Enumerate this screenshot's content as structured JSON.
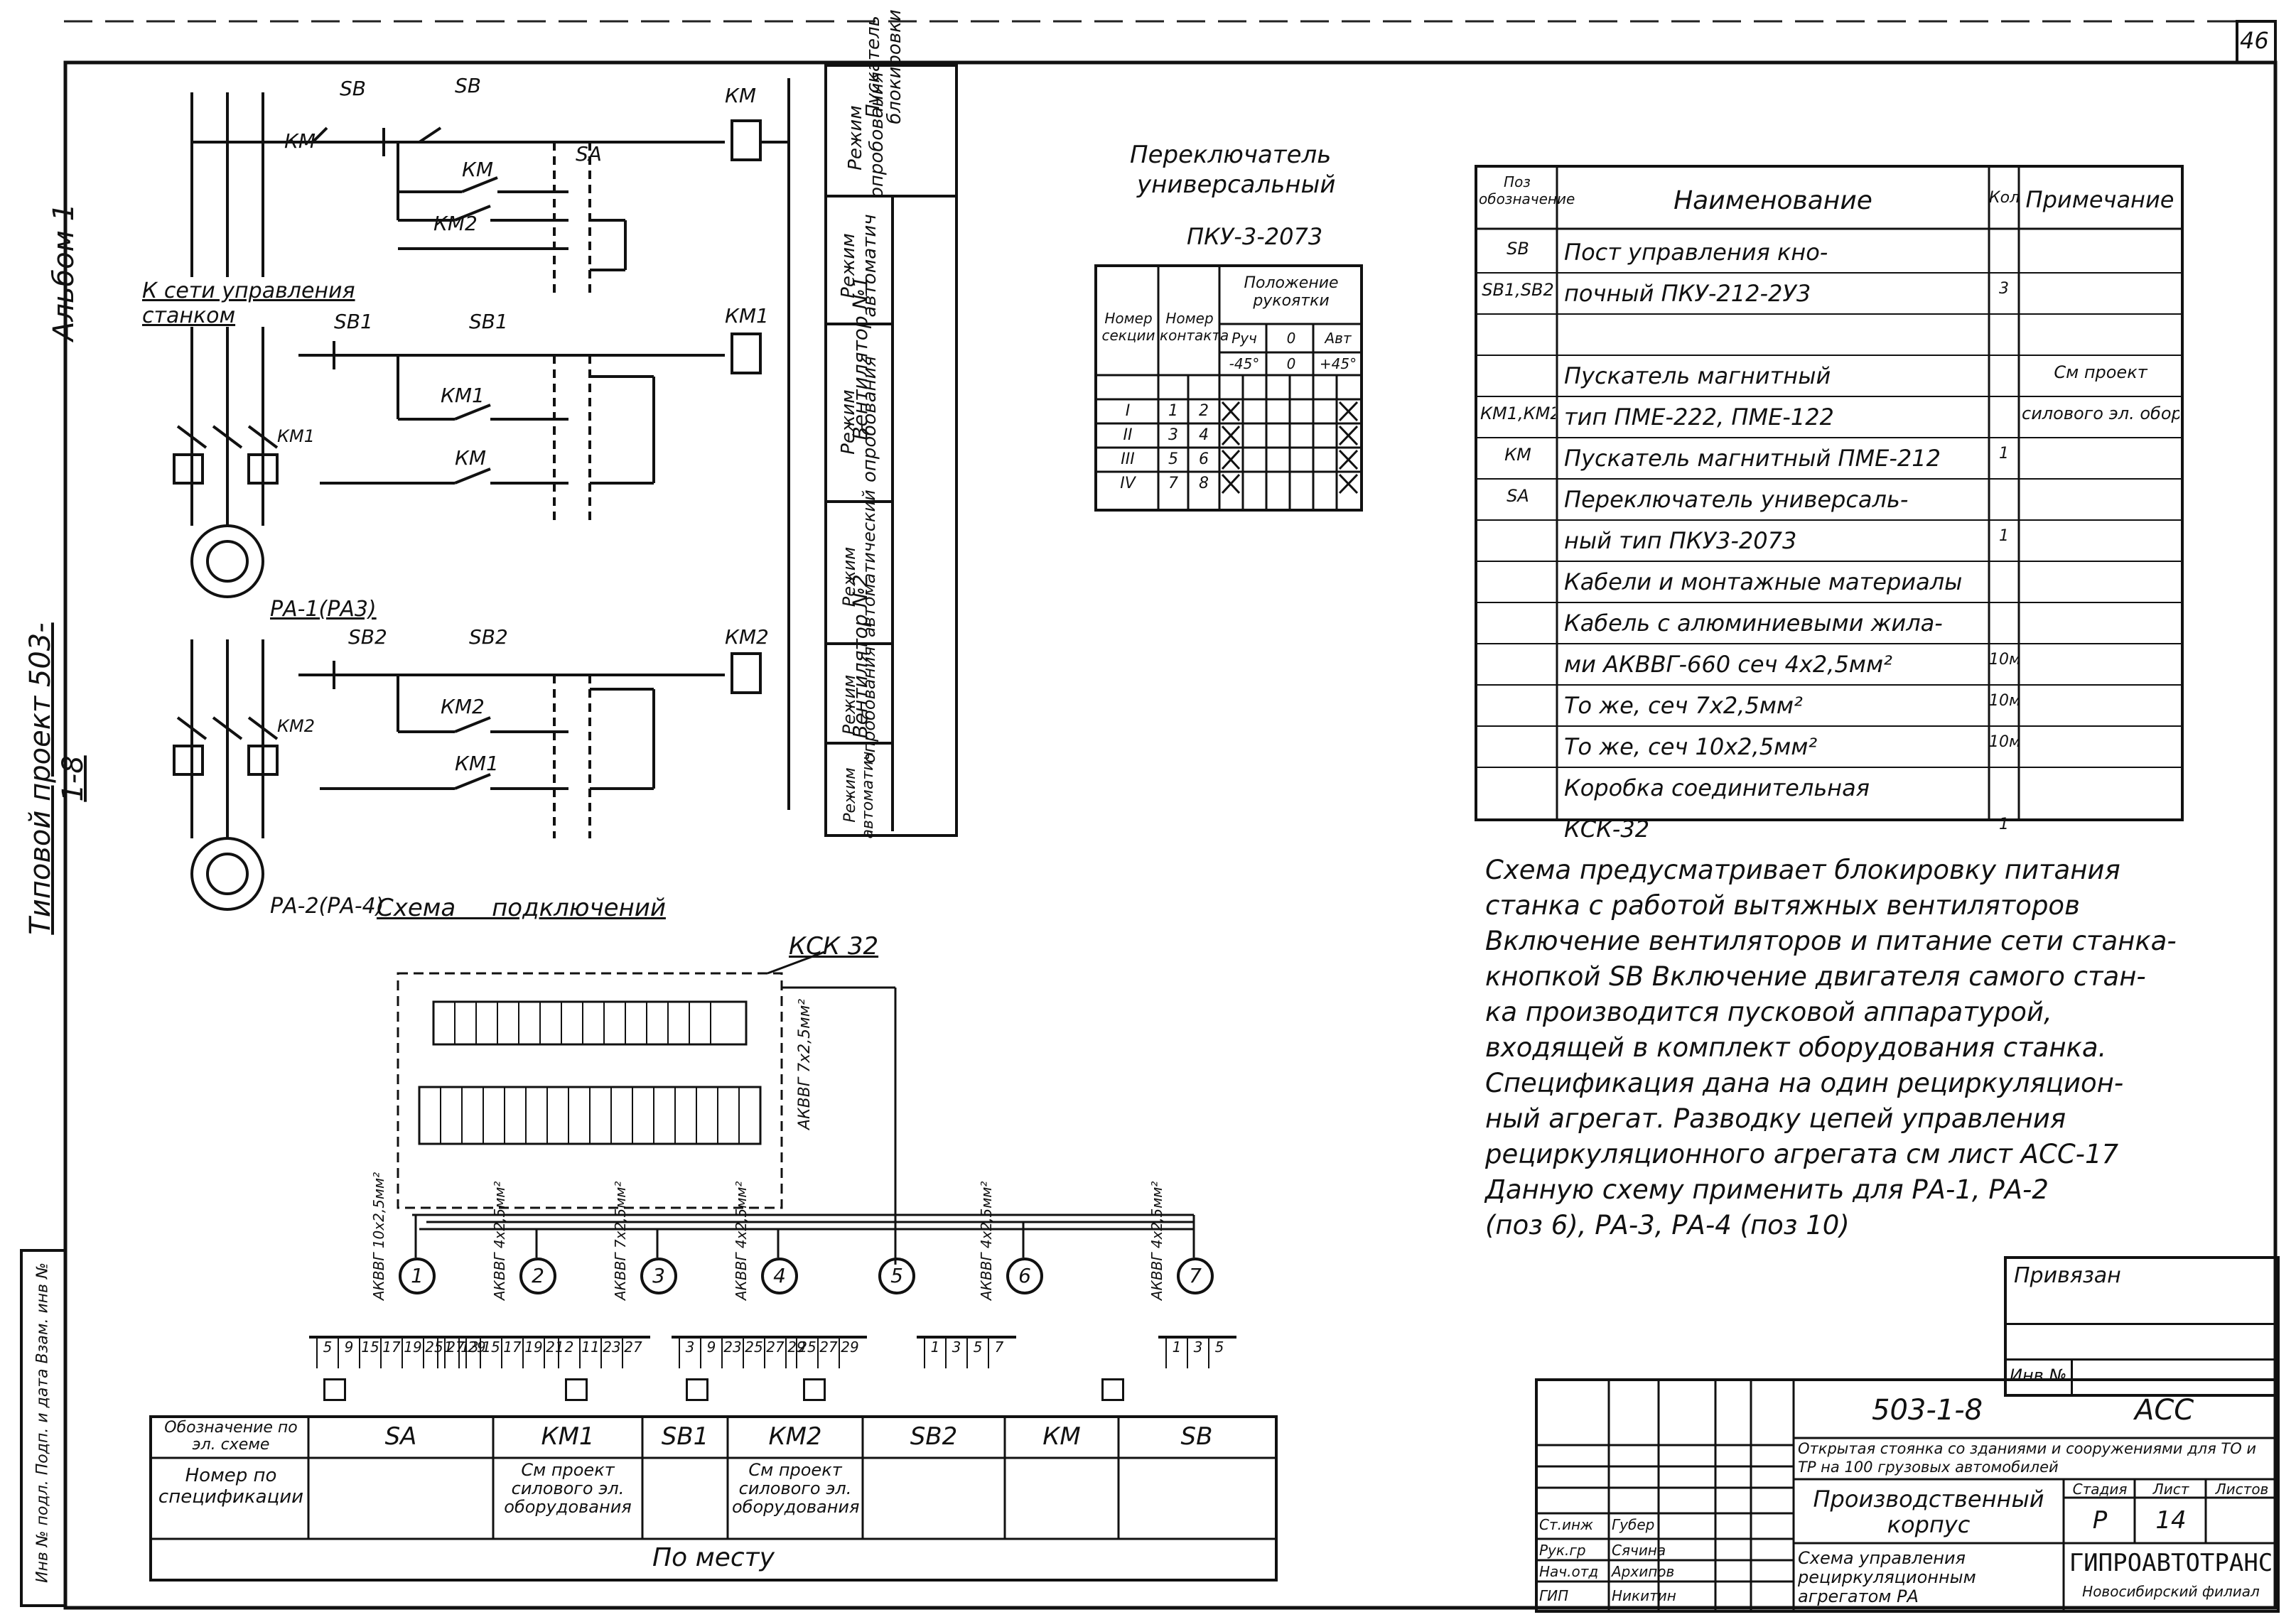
{
  "sheet_number": "46",
  "left_margin": {
    "album": "Альбом 1",
    "project": "Типовой проект 503-1-8"
  },
  "switch_block": {
    "title_line1": "Переключатель",
    "title_line2": "универсальный",
    "model": "ПКУ-3-2073",
    "headers": {
      "section_no": "Номер секции",
      "contact_no": "Номер контакта",
      "handle_position": "Положение рукоятки",
      "pos_manual": "Руч",
      "pos_zero": "0",
      "pos_auto": "Авт",
      "angle_left": "-45°",
      "angle_mid": "0",
      "angle_right": "+45°"
    },
    "rows": [
      {
        "section": "I",
        "c1": "1",
        "c2": "2"
      },
      {
        "section": "II",
        "c1": "3",
        "c2": "4"
      },
      {
        "section": "III",
        "c1": "5",
        "c2": "6"
      },
      {
        "section": "IV",
        "c1": "7",
        "c2": "8"
      }
    ]
  },
  "mode_column": [
    {
      "left": "Режим опробования",
      "right": "Пускатель блокировки"
    },
    {
      "left": "Режим автоматич",
      "right": ""
    },
    {
      "left": "Режим опробования",
      "right": "Вентилятор №1"
    },
    {
      "left": "Режим автоматический",
      "right": ""
    },
    {
      "left": "Режим опробования",
      "right": "Вентилятор №2"
    },
    {
      "left": "Режим автоматич",
      "right": ""
    }
  ],
  "schematic_labels": {
    "network": "К сети управления станком",
    "pa1": "РА-1(РА3)",
    "pa2": "РА-2(РА-4)",
    "connections_title": "Схема подключений",
    "ksk": "КСК 32",
    "sb": "SB",
    "sb1": "SB1",
    "sb2": "SB2",
    "km": "КМ",
    "km1": "КМ1",
    "km2": "КМ2",
    "sa": "SA",
    "cable_main": "АКВВГ 7х2,5мм²",
    "cable_tags": [
      {
        "num": "1",
        "label": "АКВВГ 10х2,5мм²"
      },
      {
        "num": "2",
        "label": "АКВВГ 4х2,5мм²"
      },
      {
        "num": "3",
        "label": "АКВВГ 7х2,5мм²"
      },
      {
        "num": "4",
        "label": "АКВВГ 4х2,5мм²"
      },
      {
        "num": "5",
        "label": ""
      },
      {
        "num": "6",
        "label": "АКВВГ 4х2,5мм²"
      },
      {
        "num": "7",
        "label": "АКВВГ 4х2,5мм²"
      }
    ],
    "terminal_groups": [
      [
        "5",
        "9",
        "15",
        "17",
        "19",
        "25",
        "27",
        "29"
      ],
      [
        "1",
        "13",
        "15",
        "17",
        "19",
        "21"
      ],
      [
        "2",
        "11",
        "23",
        "27"
      ],
      [
        "3",
        "9",
        "23",
        "25",
        "27",
        "29"
      ],
      [
        "25",
        "27",
        "29"
      ],
      [
        "1",
        "3",
        "5",
        "7"
      ],
      [
        "1",
        "3",
        "5"
      ]
    ]
  },
  "spec_table": {
    "headers": {
      "pos": "Поз обозначение",
      "name": "Наименование",
      "qty": "Кол",
      "note": "Примечание"
    },
    "rows": [
      {
        "pos": "SB",
        "name": "Пост управления кно-",
        "qty": "",
        "note": ""
      },
      {
        "pos": "SB1,SB2",
        "name": "почный ПКУ-212-2У3",
        "qty": "3",
        "note": ""
      },
      {
        "pos": "",
        "name": "",
        "qty": "",
        "note": ""
      },
      {
        "pos": "",
        "name": "Пускатель магнитный",
        "qty": "",
        "note": "См проект"
      },
      {
        "pos": "КМ1,КМ2",
        "name": "тип ПМЕ-222, ПМЕ-122",
        "qty": "",
        "note": "силового эл. оборудов."
      },
      {
        "pos": "КМ",
        "name": "Пускатель магнитный ПМЕ-212",
        "qty": "1",
        "note": ""
      },
      {
        "pos": "SA",
        "name": "Переключатель универсаль-",
        "qty": "",
        "note": ""
      },
      {
        "pos": "",
        "name": "ный тип ПКУ3-2073",
        "qty": "1",
        "note": ""
      },
      {
        "pos": "",
        "name": "Кабели и монтажные материалы",
        "qty": "",
        "note": ""
      },
      {
        "pos": "",
        "name": "Кабель с алюминиевыми жила-",
        "qty": "",
        "note": ""
      },
      {
        "pos": "",
        "name": "ми АКВВГ-660 сеч 4х2,5мм²",
        "qty": "10м",
        "note": ""
      },
      {
        "pos": "",
        "name": "То же, сеч 7х2,5мм²",
        "qty": "10м",
        "note": ""
      },
      {
        "pos": "",
        "name": "То же, сеч 10х2,5мм²",
        "qty": "10м",
        "note": ""
      },
      {
        "pos": "",
        "name": "Коробка соединительная",
        "qty": "",
        "note": ""
      },
      {
        "pos": "",
        "name": "КСК-32",
        "qty": "1",
        "note": ""
      }
    ]
  },
  "note_lines": [
    "Схема предусматривает блокировку питания",
    "станка с работой вытяжных вентиляторов",
    "Включение вентиляторов и питание сети станка-",
    "кнопкой SB Включение двигателя самого стан-",
    "ка производится пусковой аппаратурой,",
    "входящей в комплект оборудования станка.",
    "Спецификация дана на один рециркуляцион-",
    "ный агрегат. Разводку цепей управления",
    "рециркуляционного агрегата см лист АСС-17",
    "Данную схему применить для РА-1, РА-2",
    "(поз 6), РА-3, РА-4 (поз 10)"
  ],
  "bottom_table": {
    "row1_label": "Обозначение по эл. схеме",
    "row2_label": "Номер по спецификации",
    "cols": [
      "SA",
      "КМ1",
      "SB1",
      "КМ2",
      "SB2",
      "КМ",
      "SB"
    ],
    "row2_values": [
      "",
      "См проект силового эл. оборудования",
      "",
      "См проект силового эл. оборудования",
      "",
      "",
      ""
    ],
    "place": "По месту"
  },
  "privyazan": {
    "title": "Привязан",
    "inv": "Инв №"
  },
  "title_block": {
    "code": "503-1-8",
    "mark": "АСС",
    "object": "Открытая стоянка со зданиями и сооружениями для ТО и ТР на 100 грузовых автомобилей",
    "building": "Производственный корпус",
    "sheet_title": "Схема управления рециркуляционным агрегатом РА",
    "stage_label": "Стадия",
    "sheet_label": "Лист",
    "sheets_label": "Листов",
    "stage": "Р",
    "sheet": "14",
    "sheets": "",
    "org": "ГИПРОАВТОТРАНС",
    "branch": "Новосибирский филиал",
    "staff": [
      {
        "role": "Ст.инж",
        "name": "Губер"
      },
      {
        "role": "Рук.гр",
        "name": "Сячина"
      },
      {
        "role": "Нач.отд",
        "name": "Архипов"
      },
      {
        "role": "ГИП",
        "name": "Никитин"
      }
    ]
  },
  "stamp_column": "Инв № подл. Подп. и дата Взам. инв №"
}
